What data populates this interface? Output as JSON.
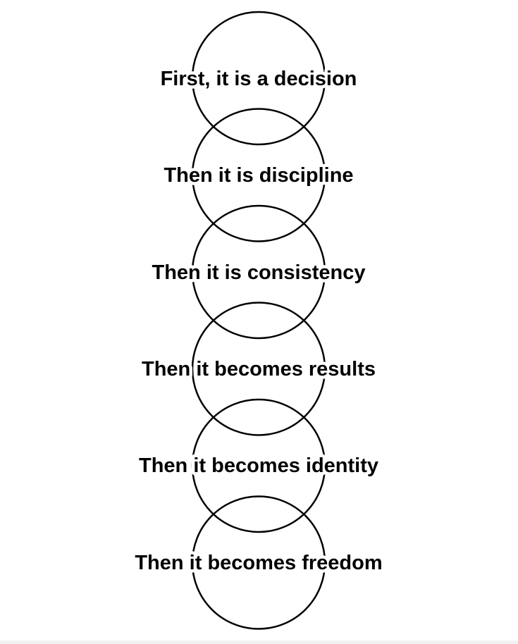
{
  "diagram": {
    "steps": [
      {
        "label": "First, it is a decision"
      },
      {
        "label": "Then it is discipline"
      },
      {
        "label": "Then it is consistency"
      },
      {
        "label": "Then it becomes results"
      },
      {
        "label": "Then it becomes identity"
      },
      {
        "label": "Then it becomes freedom"
      }
    ],
    "colors": {
      "background": "#ffffff",
      "stroke": "#000000",
      "text": "#000000"
    }
  }
}
